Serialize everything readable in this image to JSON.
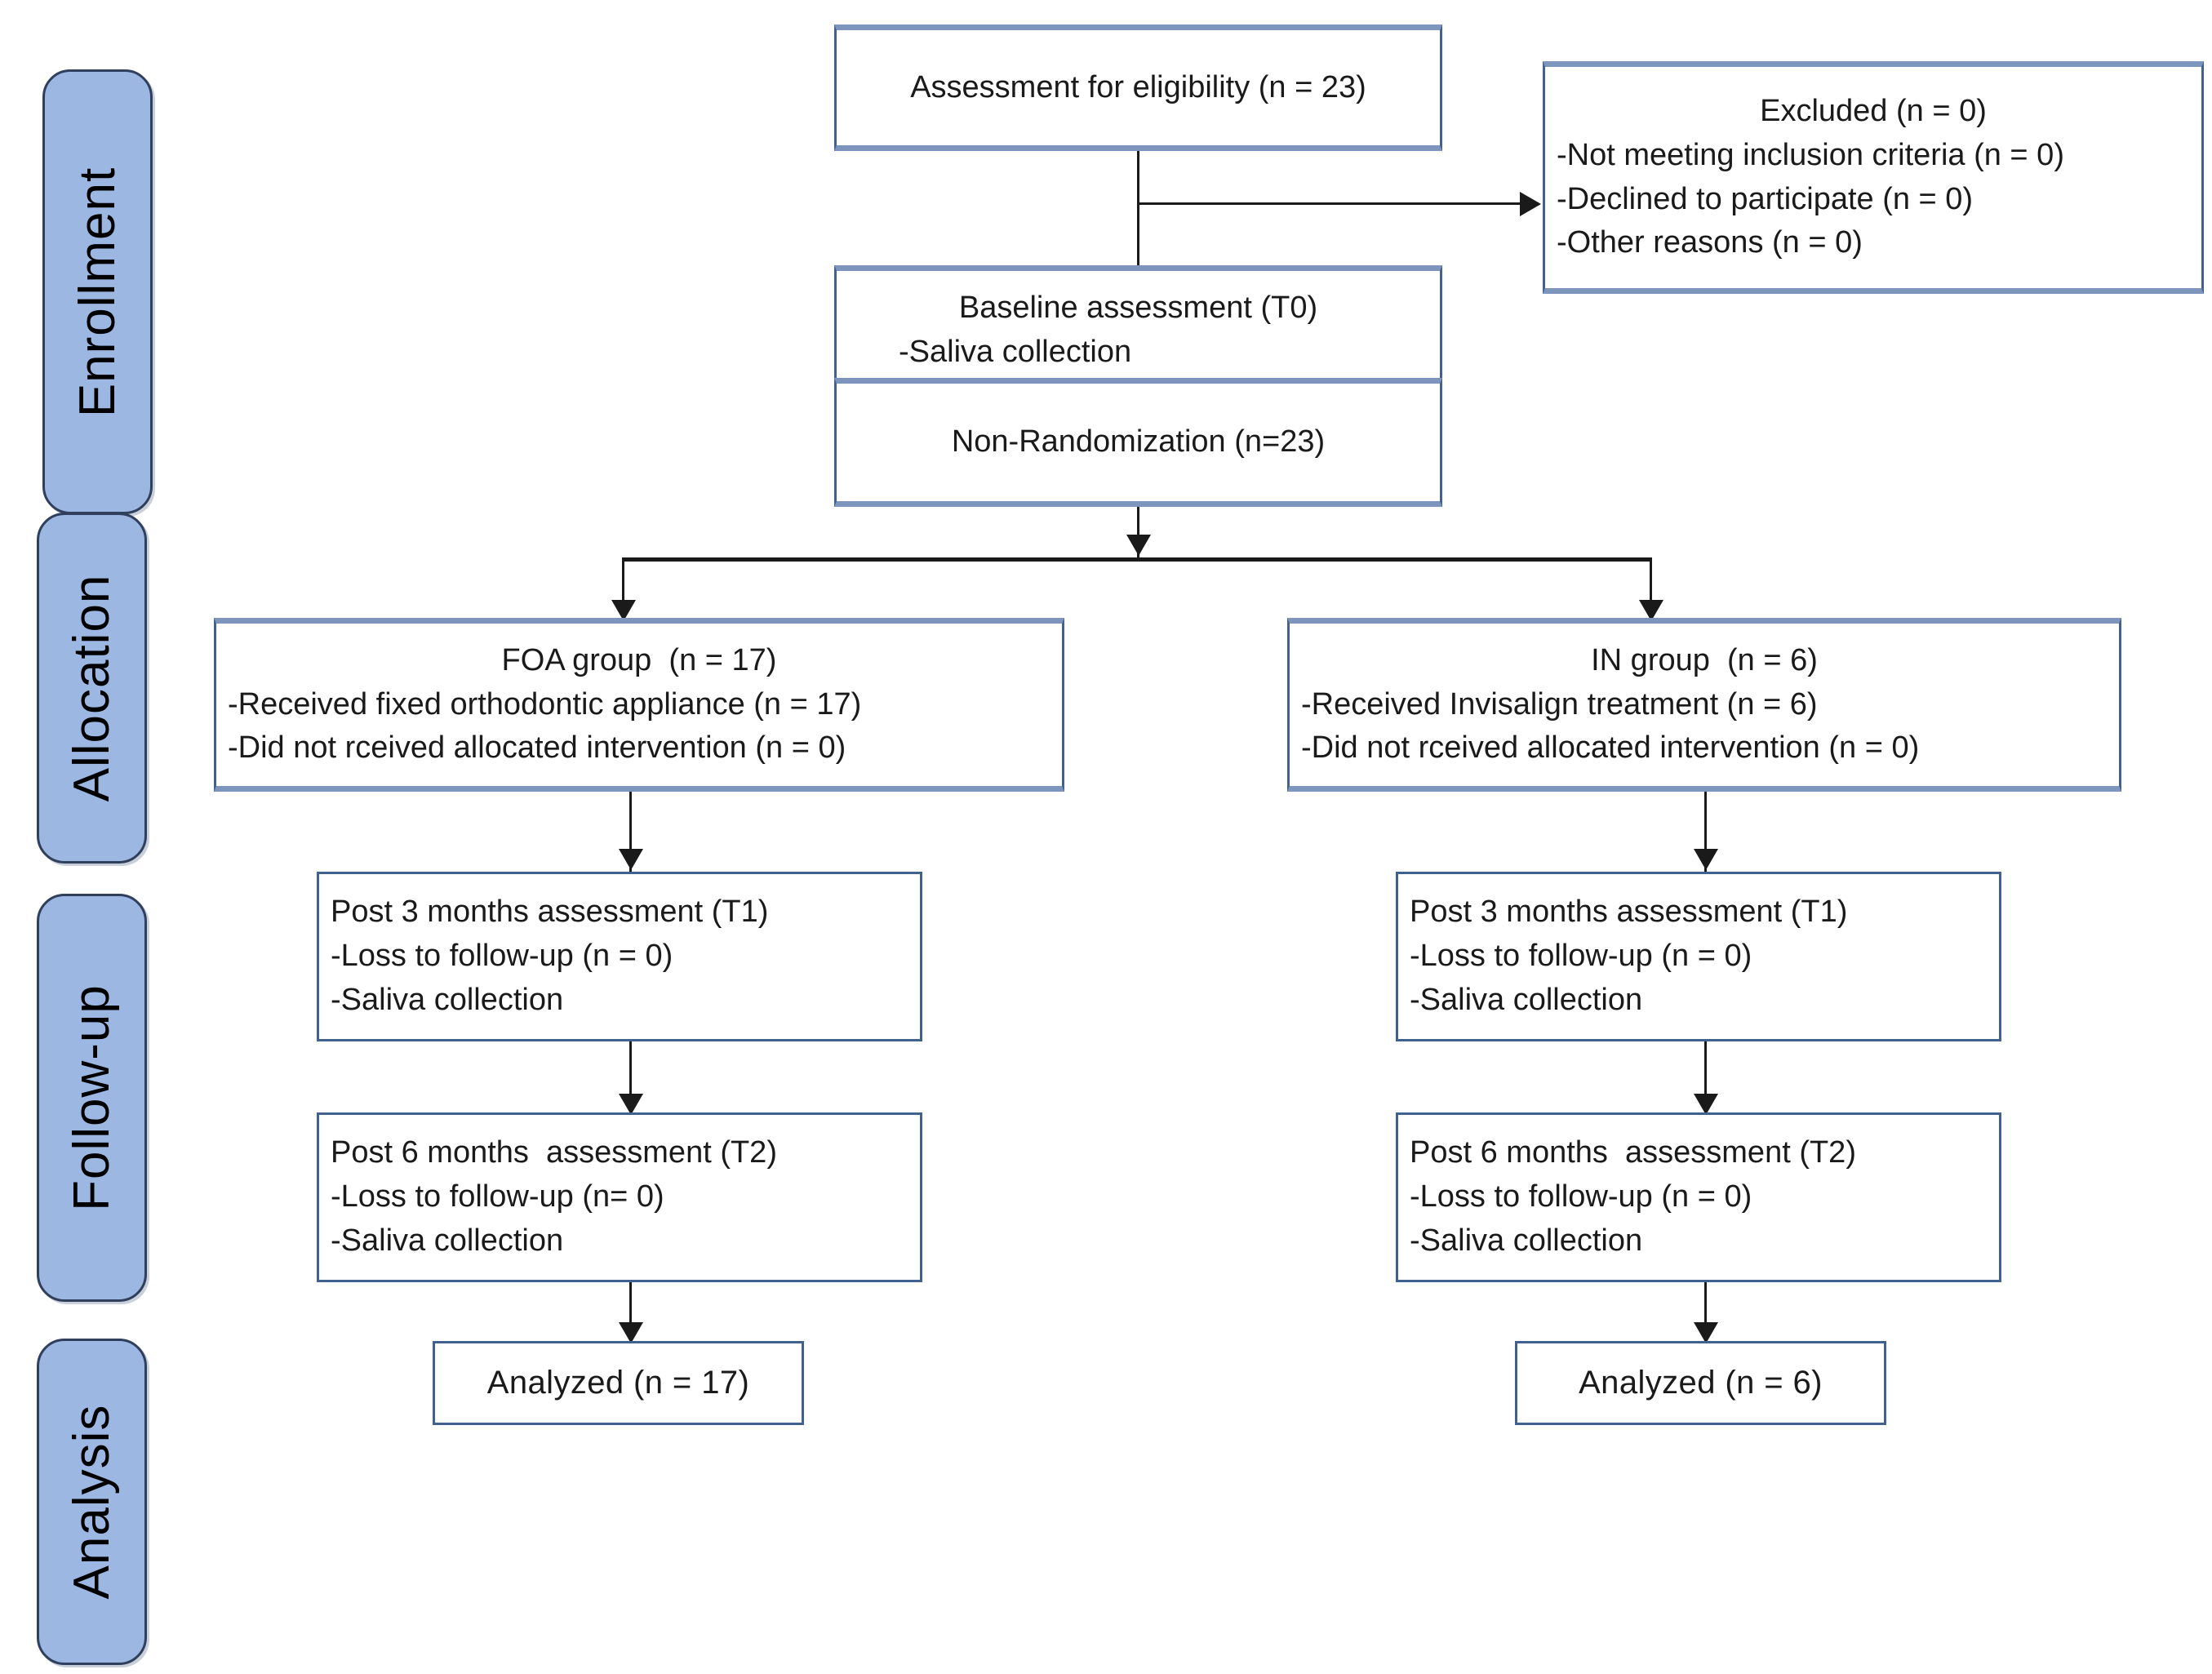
{
  "diagram": {
    "title": "CONSORT participant flow diagram",
    "colors": {
      "stage_badge_fill": "#9DB7E3",
      "stage_badge_border": "#2F3F5C",
      "box_border": "#41628E",
      "box_edge_light": "#7D95BC",
      "connector": "#1a1a1a",
      "background": "#ffffff"
    }
  },
  "stages": [
    {
      "id": "enrollment",
      "label": "Enrollment"
    },
    {
      "id": "allocation",
      "label": "Allocation"
    },
    {
      "id": "followup",
      "label": "Follow-up"
    },
    {
      "id": "analysis",
      "label": "Analysis"
    }
  ],
  "nodes": {
    "eligibility": {
      "lines": [
        "Assessment for eligibility (n = 23)"
      ]
    },
    "excluded": {
      "lines": [
        "Excluded (n = 0)",
        "-Not meeting inclusion criteria (n = 0)",
        "-Declined to participate (n = 0)",
        "-Other reasons (n = 0)"
      ]
    },
    "baseline": {
      "lines": [
        "Baseline assessment (T0)",
        "-Saliva collection"
      ]
    },
    "non_randomization": {
      "lines": [
        "Non-Randomization (n=23)"
      ]
    },
    "foa_group": {
      "lines": [
        "FOA group  (n = 17)",
        "-Received fixed orthodontic appliance (n = 17)",
        "-Did not rceived allocated intervention (n = 0)"
      ]
    },
    "in_group": {
      "lines": [
        "IN group  (n = 6)",
        "-Received Invisalign treatment (n = 6)",
        "-Did not rceived allocated intervention (n = 0)"
      ]
    },
    "foa_t1": {
      "lines": [
        "Post 3 months assessment (T1)",
        "-Loss to follow-up (n = 0)",
        "-Saliva collection"
      ]
    },
    "in_t1": {
      "lines": [
        "Post 3 months assessment (T1)",
        "-Loss to follow-up (n = 0)",
        "-Saliva collection"
      ]
    },
    "foa_t2": {
      "lines": [
        "Post 6 months  assessment (T2)",
        "-Loss to follow-up (n= 0)",
        "-Saliva collection"
      ]
    },
    "in_t2": {
      "lines": [
        "Post 6 months  assessment (T2)",
        "-Loss to follow-up (n = 0)",
        "-Saliva collection"
      ]
    },
    "foa_analyzed": {
      "lines": [
        "Analyzed (n = 17)"
      ]
    },
    "in_analyzed": {
      "lines": [
        "Analyzed (n = 6)"
      ]
    }
  }
}
